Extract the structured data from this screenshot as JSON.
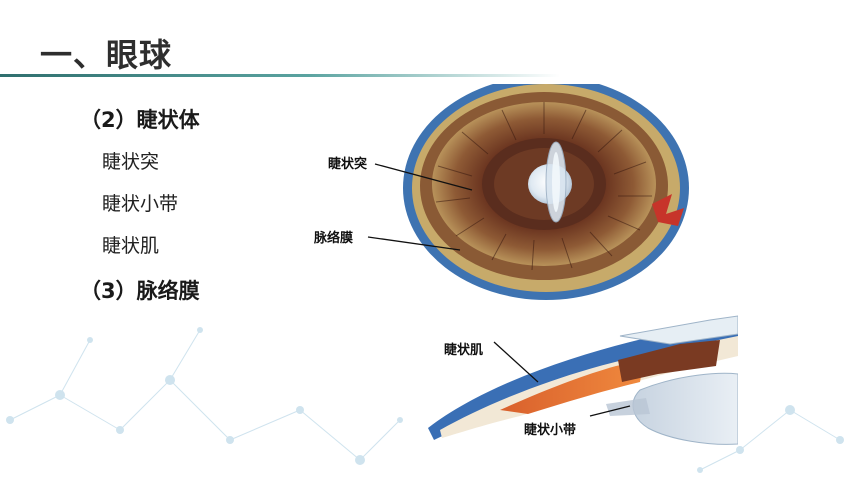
{
  "slide": {
    "title": "一、眼球",
    "sections": [
      {
        "heading": "（2）睫状体",
        "items": [
          "睫状突",
          "睫状小带",
          "睫状肌"
        ]
      },
      {
        "heading": "（3）脉络膜"
      }
    ]
  },
  "figure_top": {
    "labels": {
      "ciliary_process": "睫状突",
      "choroid": "脉络膜"
    }
  },
  "figure_bottom": {
    "labels": {
      "ciliary_muscle": "睫状肌",
      "ciliary_zonule": "睫状小带"
    }
  },
  "colors": {
    "title_rule": "#2f6f6e",
    "accent_teal": "#5aa3a0"
  }
}
